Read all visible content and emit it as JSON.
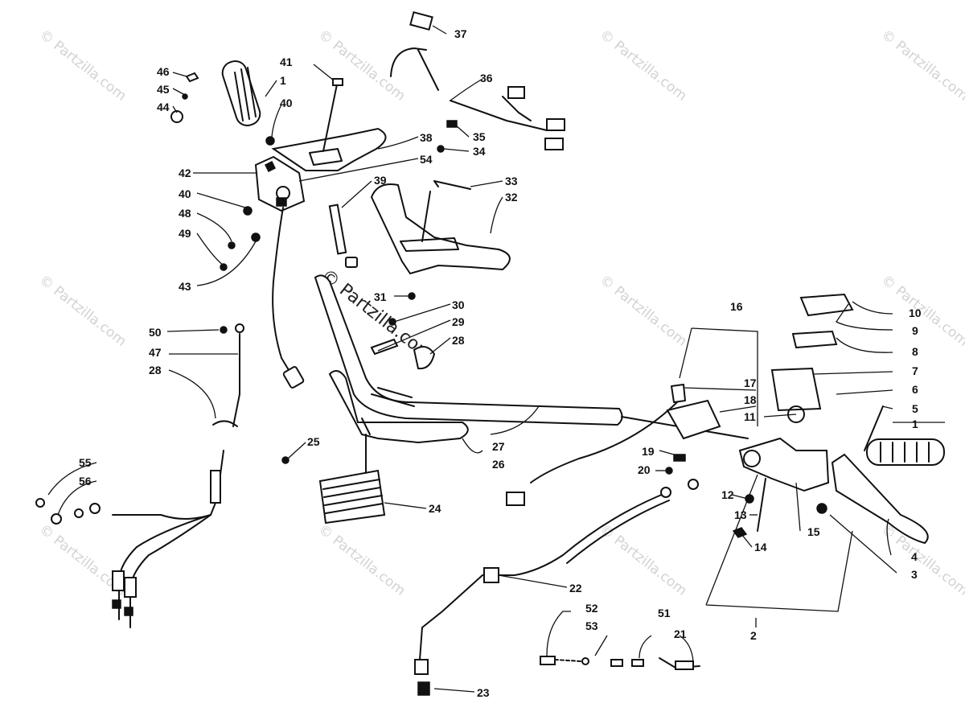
{
  "diagram": {
    "watermark_text": "© Partzilla.com",
    "labels": [
      {
        "id": "1a",
        "text": "1"
      },
      {
        "id": "1b",
        "text": "1"
      },
      {
        "id": "2",
        "text": "2"
      },
      {
        "id": "3",
        "text": "3"
      },
      {
        "id": "4",
        "text": "4"
      },
      {
        "id": "5",
        "text": "5"
      },
      {
        "id": "6",
        "text": "6"
      },
      {
        "id": "7",
        "text": "7"
      },
      {
        "id": "8",
        "text": "8"
      },
      {
        "id": "9",
        "text": "9"
      },
      {
        "id": "10",
        "text": "10"
      },
      {
        "id": "11",
        "text": "11"
      },
      {
        "id": "12",
        "text": "12"
      },
      {
        "id": "13",
        "text": "13"
      },
      {
        "id": "14",
        "text": "14"
      },
      {
        "id": "15",
        "text": "15"
      },
      {
        "id": "16",
        "text": "16"
      },
      {
        "id": "17",
        "text": "17"
      },
      {
        "id": "18",
        "text": "18"
      },
      {
        "id": "19",
        "text": "19"
      },
      {
        "id": "20",
        "text": "20"
      },
      {
        "id": "21",
        "text": "21"
      },
      {
        "id": "22",
        "text": "22"
      },
      {
        "id": "23",
        "text": "23"
      },
      {
        "id": "24",
        "text": "24"
      },
      {
        "id": "25",
        "text": "25"
      },
      {
        "id": "26",
        "text": "26"
      },
      {
        "id": "27",
        "text": "27"
      },
      {
        "id": "28a",
        "text": "28"
      },
      {
        "id": "28b",
        "text": "28"
      },
      {
        "id": "29",
        "text": "29"
      },
      {
        "id": "30",
        "text": "30"
      },
      {
        "id": "31",
        "text": "31"
      },
      {
        "id": "32",
        "text": "32"
      },
      {
        "id": "33",
        "text": "33"
      },
      {
        "id": "34",
        "text": "34"
      },
      {
        "id": "35",
        "text": "35"
      },
      {
        "id": "36",
        "text": "36"
      },
      {
        "id": "37",
        "text": "37"
      },
      {
        "id": "38",
        "text": "38"
      },
      {
        "id": "39",
        "text": "39"
      },
      {
        "id": "40a",
        "text": "40"
      },
      {
        "id": "40b",
        "text": "40"
      },
      {
        "id": "41",
        "text": "41"
      },
      {
        "id": "42",
        "text": "42"
      },
      {
        "id": "43",
        "text": "43"
      },
      {
        "id": "44",
        "text": "44"
      },
      {
        "id": "45",
        "text": "45"
      },
      {
        "id": "46",
        "text": "46"
      },
      {
        "id": "47",
        "text": "47"
      },
      {
        "id": "48",
        "text": "48"
      },
      {
        "id": "49",
        "text": "49"
      },
      {
        "id": "50",
        "text": "50"
      },
      {
        "id": "51",
        "text": "51"
      },
      {
        "id": "52",
        "text": "52"
      },
      {
        "id": "53",
        "text": "53"
      },
      {
        "id": "54",
        "text": "54"
      },
      {
        "id": "55",
        "text": "55"
      },
      {
        "id": "56",
        "text": "56"
      }
    ]
  }
}
